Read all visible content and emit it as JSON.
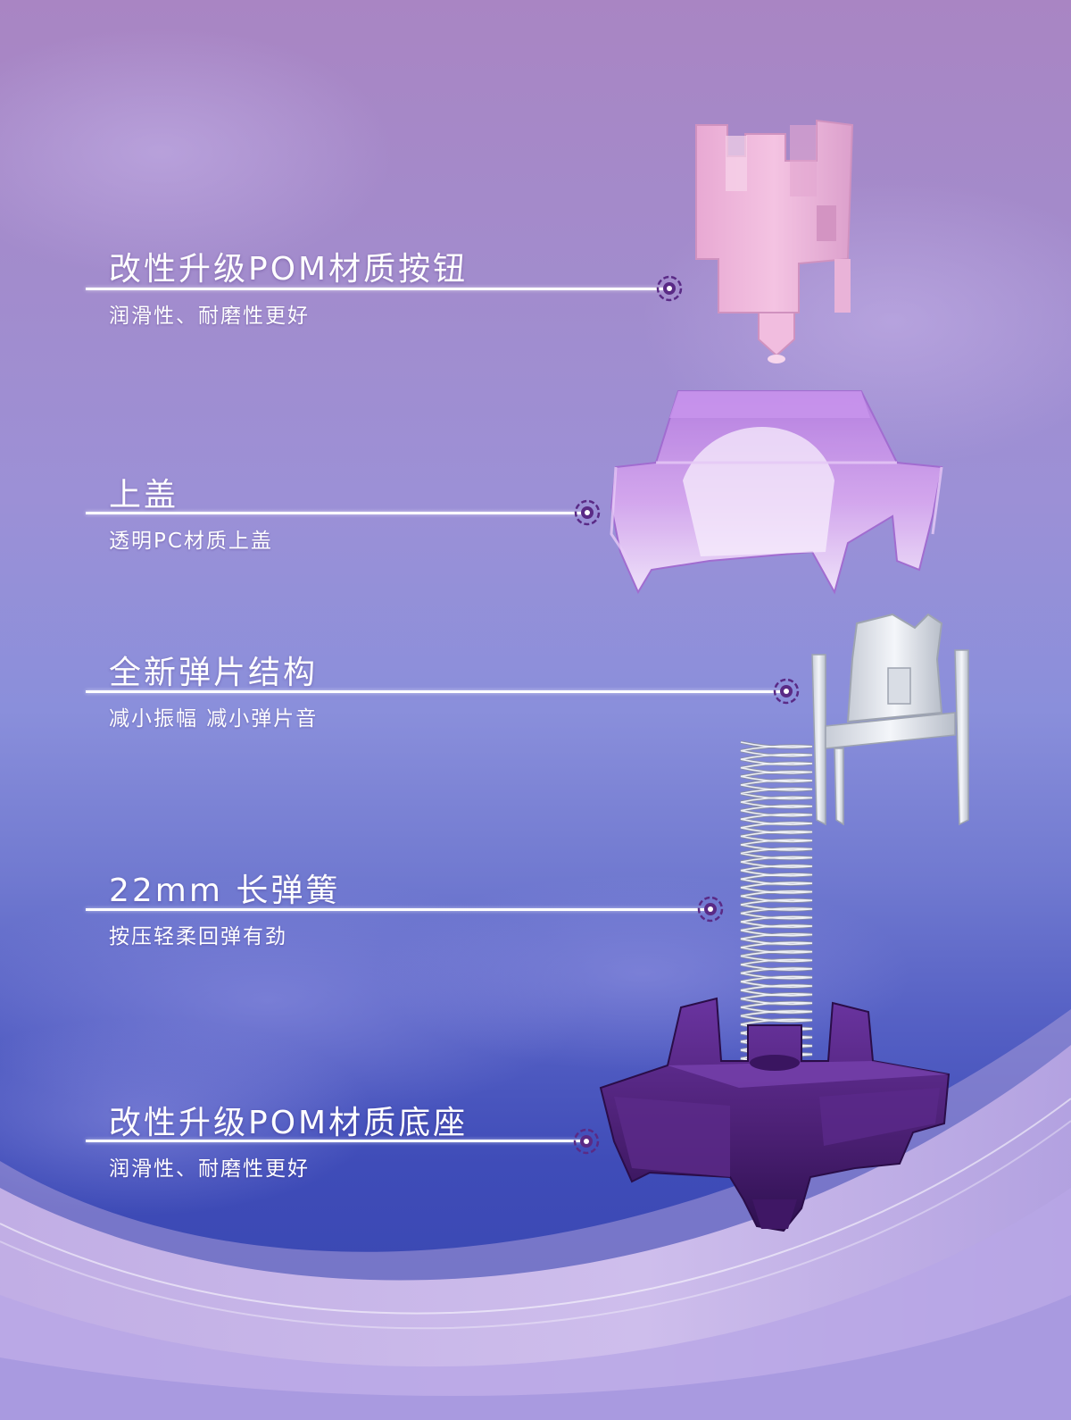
{
  "features": [
    {
      "title": "改性升级POM材质按钮",
      "subtitle": "润滑性、耐磨性更好"
    },
    {
      "title": "上盖",
      "subtitle": "透明PC材质上盖"
    },
    {
      "title": "全新弹片结构",
      "subtitle": "减小振幅  减小弹片音"
    },
    {
      "title": "22mm 长弹簧",
      "subtitle": "按压轻柔回弹有劲"
    },
    {
      "title": "改性升级POM材质底座",
      "subtitle": "润滑性、耐磨性更好"
    }
  ],
  "parts": {
    "stem": "pink-stem-icon",
    "top_housing": "transparent-top-housing-icon",
    "leaf": "metal-leaf-icon",
    "spring": "spring-icon",
    "bottom_housing": "purple-bottom-housing-icon"
  },
  "colors": {
    "stem": "#f0b8dc",
    "top_housing": "#c98ee8",
    "bottom_housing": "#4a1f70",
    "marker": "#5a2a86",
    "text": "#ffffff"
  }
}
